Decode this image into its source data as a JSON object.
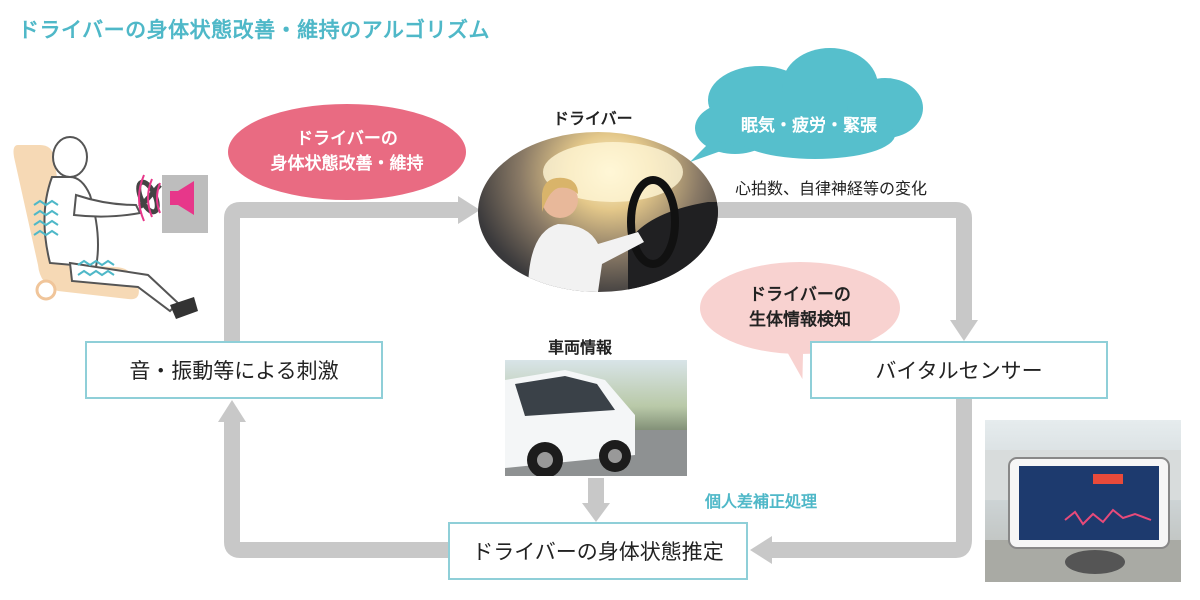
{
  "title": "ドライバーの身体状態改善・維持のアルゴリズム",
  "bubbles": {
    "improve": [
      "ドライバーの",
      "身体状態改善・維持"
    ],
    "detect": [
      "ドライバーの",
      "生体情報検知"
    ],
    "states": "眠気・疲労・緊張"
  },
  "labels": {
    "driver": "ドライバー",
    "vehicle_info": "車両情報",
    "physio_change": "心拍数、自律神経等の変化",
    "individual_correction": "個人差補正処理"
  },
  "boxes": {
    "stimulus": "音・振動等による刺激",
    "vital_sensor": "バイタルセンサー",
    "state_estimation": "ドライバーの身体状態推定"
  },
  "icons": {
    "person": "seated-driver-illustration",
    "speaker": "speaker-icon",
    "driver_photo": "driver-photo",
    "car_photo": "car-photo",
    "phone_photo": "phone-sensor-photo"
  },
  "colors": {
    "accent": "#4fb8c8",
    "box_border": "#8fcfd8",
    "arrow": "#c8c8c8",
    "improve_bubble": "#e96b82",
    "detect_bubble": "#f8d2d0",
    "cloud": "#56bfcc",
    "speaker": "#e7378a",
    "vibration": "#4fb8c8"
  }
}
